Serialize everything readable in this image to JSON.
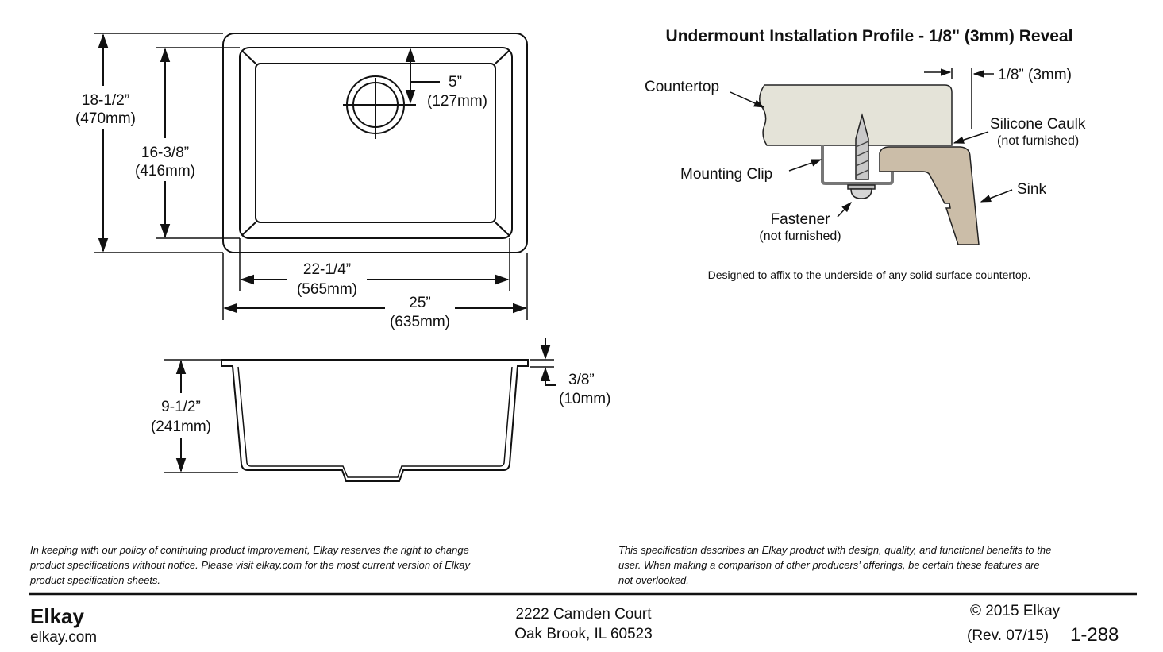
{
  "top_view": {
    "overall_depth": "18-1/2”",
    "overall_depth_mm": "(470mm)",
    "bowl_depth": "16-3/8”",
    "bowl_depth_mm": "(416mm)",
    "drain_offset": "5”",
    "drain_offset_mm": "(127mm)",
    "bowl_width": "22-1/4”",
    "bowl_width_mm": "(565mm)",
    "overall_width": "25”",
    "overall_width_mm": "(635mm)"
  },
  "side_view": {
    "bowl_height": "9-1/2”",
    "bowl_height_mm": "(241mm)",
    "rim": "3/8”",
    "rim_mm": "(10mm)"
  },
  "profile": {
    "title": "Undermount Installation Profile - 1/8\" (3mm) Reveal",
    "countertop": "Countertop",
    "reveal": "1/8” (3mm)",
    "caulk": "Silicone Caulk",
    "caulk_note": "(not furnished)",
    "clip": "Mounting Clip",
    "sink": "Sink",
    "fastener": "Fastener",
    "fastener_note": "(not furnished)",
    "caption": "Designed to affix to the underside of any solid surface countertop.",
    "colors": {
      "countertop": "#e4e3d8",
      "sink": "#cbbda8",
      "clip": "#b8b8b8"
    }
  },
  "notes": {
    "left": [
      "In keeping with our policy of continuing product improvement, Elkay reserves the right to change",
      "product specifications without notice.  Please visit elkay.com  for the most current version of Elkay",
      "product specification sheets."
    ],
    "right": [
      "This specification describes an Elkay product with design, quality, and functional benefits to the",
      "user.  When making a comparison of other producers’ offerings, be certain these features are",
      "not overlooked."
    ]
  },
  "footer": {
    "brand": "Elkay",
    "website": "elkay.com",
    "address1": "2222 Camden Court",
    "address2": "Oak Brook, IL  60523",
    "copyright": "© 2015 Elkay",
    "revision": "(Rev. 07/15)",
    "doc_number": "1-288"
  }
}
